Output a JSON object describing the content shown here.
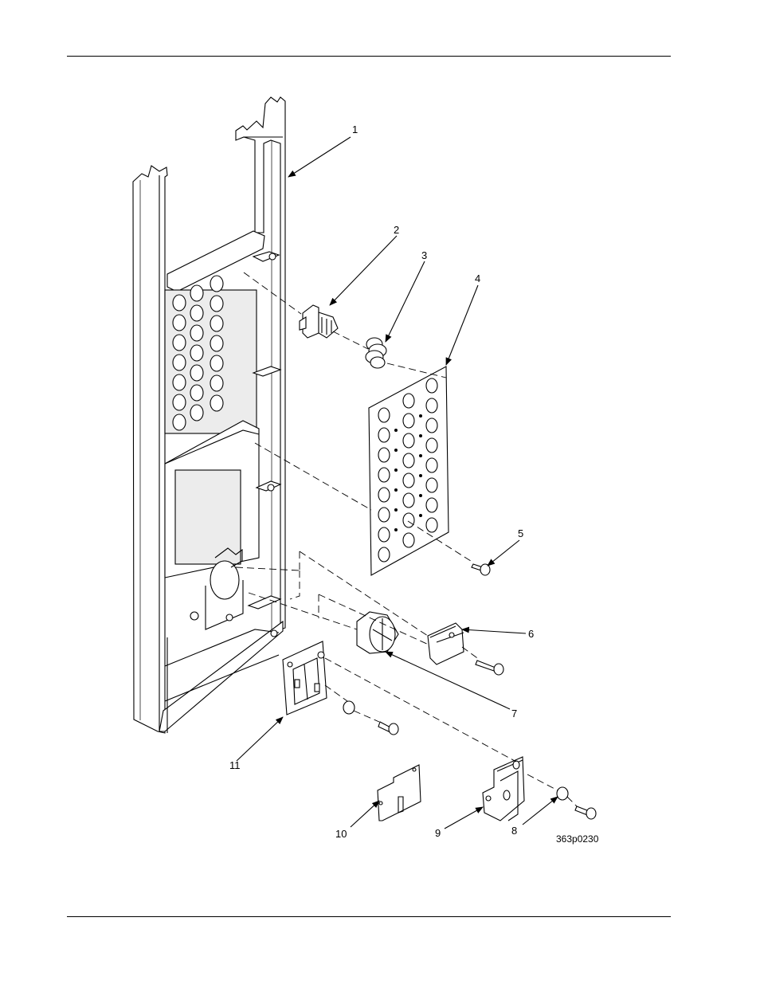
{
  "figure_id": "363p0230",
  "callouts": [
    "1",
    "2",
    "3",
    "4",
    "5",
    "6",
    "7",
    "8",
    "9",
    "10",
    "11"
  ]
}
